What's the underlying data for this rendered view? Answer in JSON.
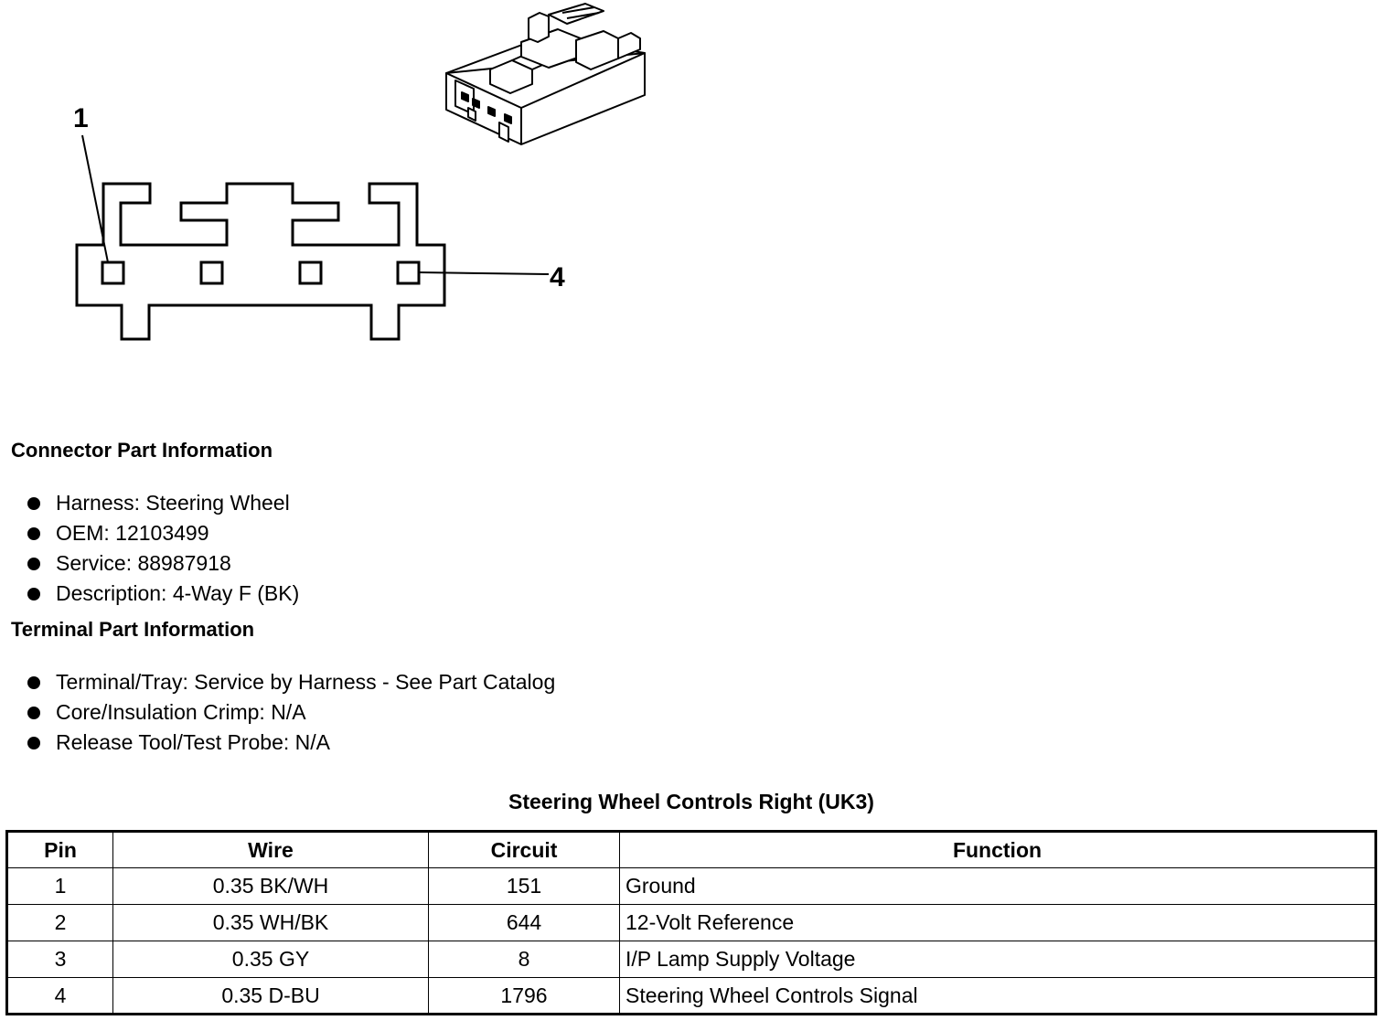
{
  "diagram": {
    "callout_1": "1",
    "callout_4": "4"
  },
  "connector_info": {
    "heading": "Connector Part Information",
    "items": [
      "Harness: Steering Wheel",
      "OEM: 12103499",
      "Service: 88987918",
      "Description: 4-Way F (BK)"
    ]
  },
  "terminal_info": {
    "heading": "Terminal Part Information",
    "items": [
      "Terminal/Tray: Service by Harness - See Part Catalog",
      "Core/Insulation Crimp: N/A",
      "Release Tool/Test Probe: N/A"
    ]
  },
  "table": {
    "title": "Steering Wheel Controls Right (UK3)",
    "headers": [
      "Pin",
      "Wire",
      "Circuit",
      "Function"
    ],
    "rows": [
      [
        "1",
        "0.35 BK/WH",
        "151",
        "Ground"
      ],
      [
        "2",
        "0.35 WH/BK",
        "644",
        "12-Volt Reference"
      ],
      [
        "3",
        "0.35 GY",
        "8",
        "I/P Lamp Supply Voltage"
      ],
      [
        "4",
        "0.35 D-BU",
        "1796",
        "Steering Wheel Controls Signal"
      ]
    ]
  }
}
